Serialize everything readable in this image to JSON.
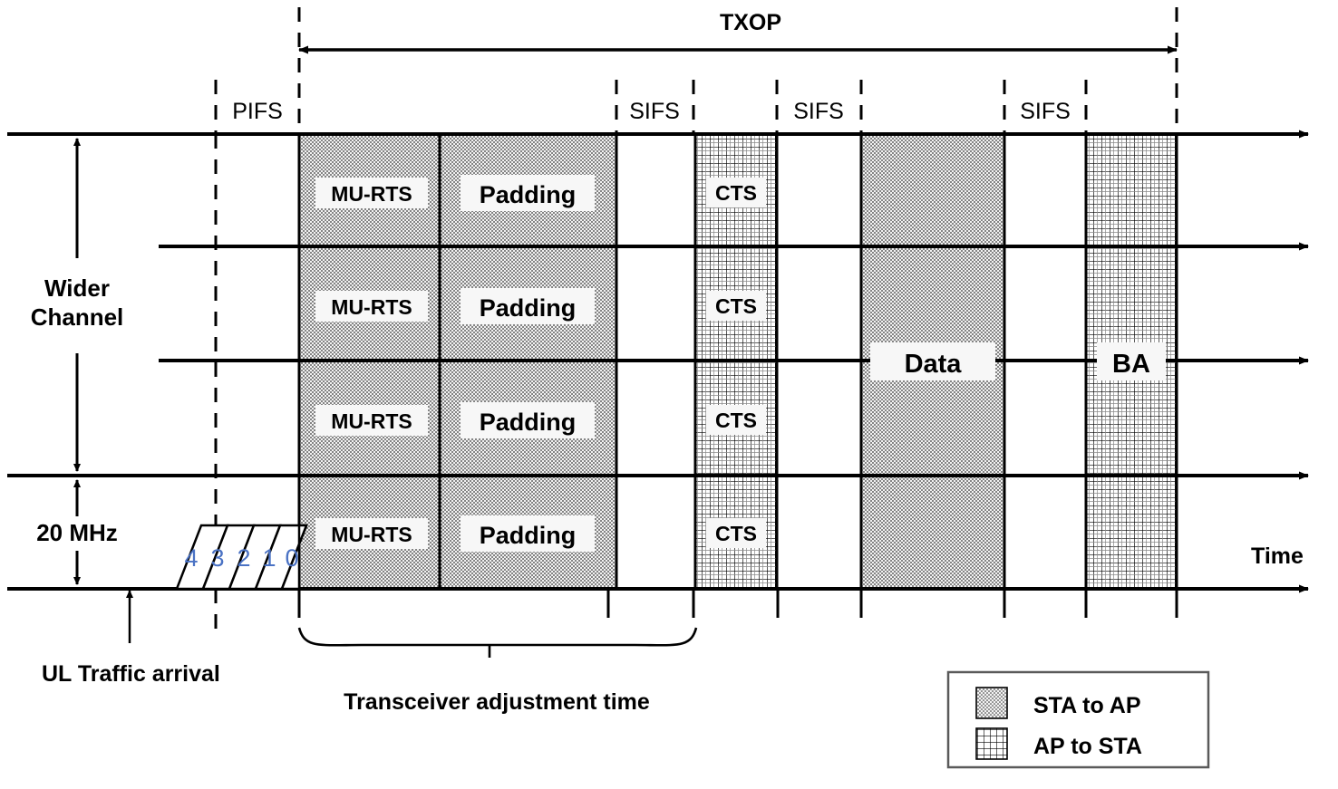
{
  "diagram": {
    "title_txop": "TXOP",
    "time_axis_label": "Time",
    "axis": {
      "wider_channel_label_line1": "Wider",
      "wider_channel_label_line2": "Channel",
      "narrow_channel_label": "20 MHz"
    },
    "ifs_labels": {
      "pifs": "PIFS",
      "sifs_1": "SIFS",
      "sifs_2": "SIFS",
      "sifs_3": "SIFS"
    },
    "backoff": {
      "slots": [
        "4",
        "3",
        "2",
        "1",
        "0"
      ],
      "color": "#4a72c4"
    },
    "annotations": {
      "ul_traffic_arrival": "UL Traffic arrival",
      "transceiver_adjustment": "Transceiver adjustment time"
    },
    "blocks": {
      "mu_rts": "MU-RTS",
      "padding": "Padding",
      "cts": "CTS",
      "data": "Data",
      "ba": "BA"
    },
    "rows": [
      {
        "mu_rts": "MU-RTS",
        "padding": "Padding",
        "cts": "CTS"
      },
      {
        "mu_rts": "MU-RTS",
        "padding": "Padding",
        "cts": "CTS"
      },
      {
        "mu_rts": "MU-RTS",
        "padding": "Padding",
        "cts": "CTS"
      },
      {
        "mu_rts": "MU-RTS",
        "padding": "Padding",
        "cts": "CTS"
      }
    ],
    "legend": {
      "items": [
        {
          "label": "STA to AP",
          "pattern": "dots"
        },
        {
          "label": "AP to STA",
          "pattern": "grid"
        }
      ]
    },
    "colors": {
      "line": "#000000",
      "sta_to_ap_fill": "#e8e8e8",
      "ap_to_sta_fill": "#ffffff",
      "backoff_number": "#4a72c4",
      "background": "#ffffff"
    }
  }
}
